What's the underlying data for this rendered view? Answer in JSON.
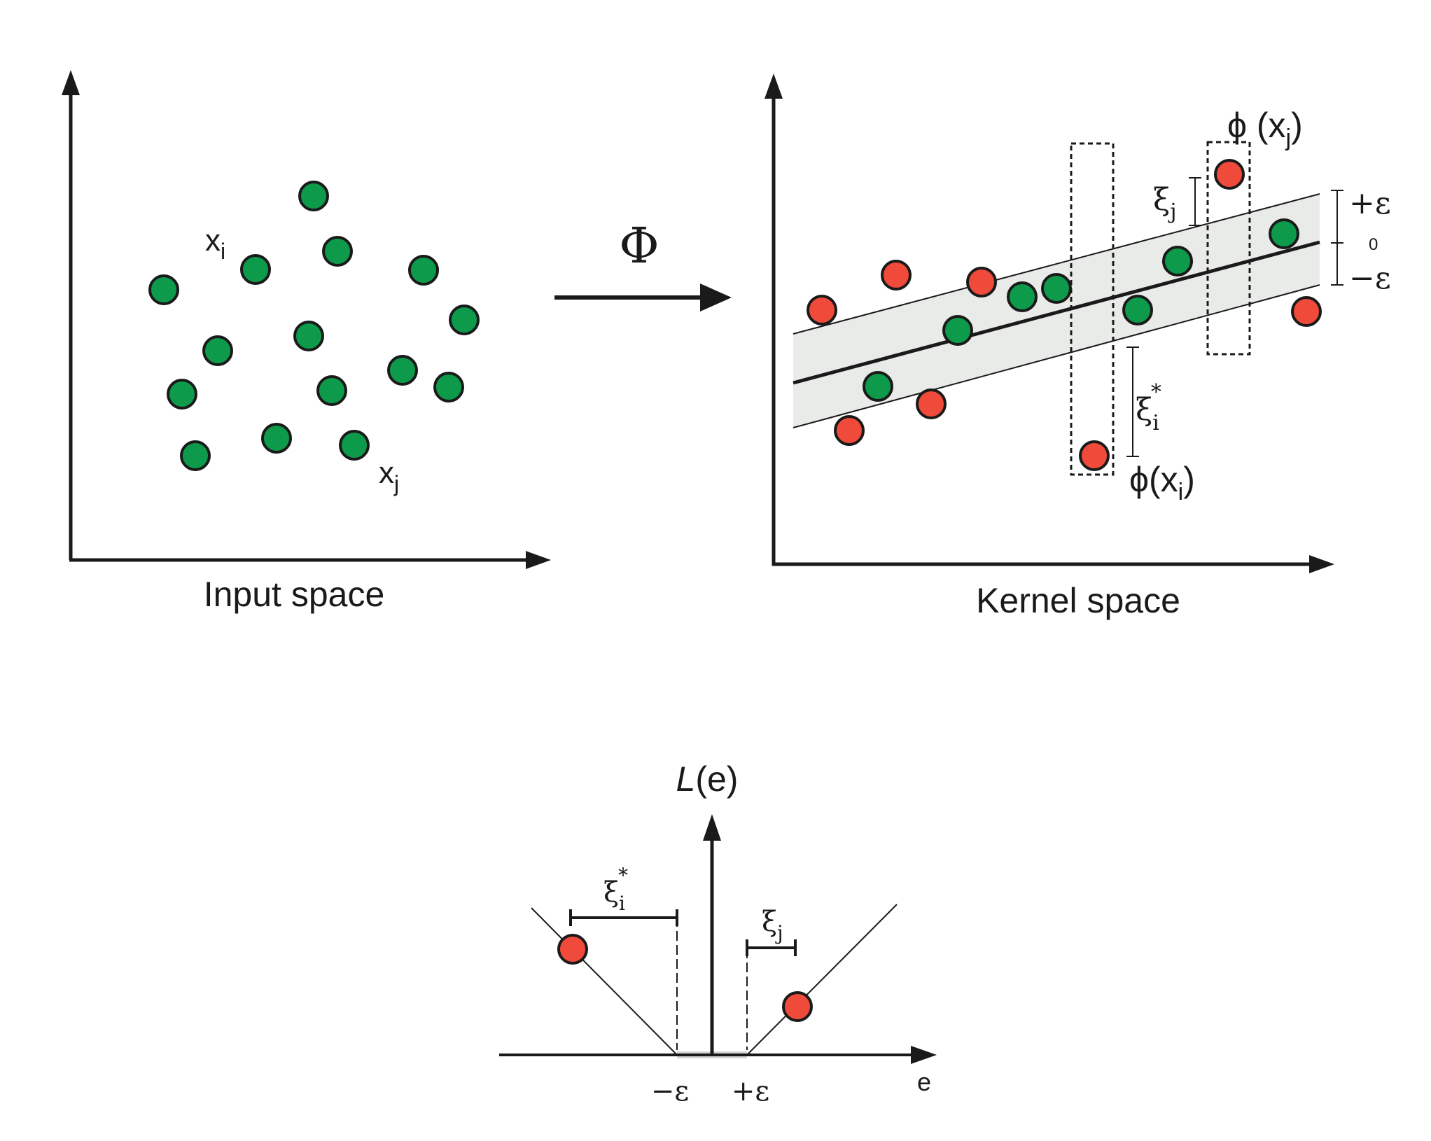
{
  "colors": {
    "green": "#0d9a4a",
    "red": "#ef4a3a",
    "band": "#e9ebe8",
    "ink": "#1a1a1a",
    "tube": "#d4d4d4"
  },
  "input_panel": {
    "caption": "Input space",
    "label_xi": "x",
    "label_xi_sub": "i",
    "label_xj": "x",
    "label_xj_sub": "j"
  },
  "mapping": {
    "symbol": "Φ"
  },
  "kernel_panel": {
    "caption": "Kernel space",
    "phi_xj": "ϕ (x",
    "phi_xj_sub": "j",
    "phi_xj_close": ")",
    "phi_xi": "ϕ(x",
    "phi_xi_sub": "i",
    "phi_xi_close": ")",
    "xi_j": "ξ",
    "xi_j_sub": "j",
    "xi_i": "ξ",
    "xi_i_sub": "i",
    "xi_i_sup": "*",
    "plus_eps": "+ε",
    "zero": "0",
    "minus_eps": "−ε"
  },
  "loss_panel": {
    "ylabel_italic": "L",
    "ylabel_rest": "(e)",
    "xlabel": "e",
    "minus_eps": "−ε",
    "plus_eps": "+ε",
    "xi_i": "ξ",
    "xi_i_sub": "i",
    "xi_i_sup": "*",
    "xi_j": "ξ",
    "xi_j_sub": "j"
  }
}
